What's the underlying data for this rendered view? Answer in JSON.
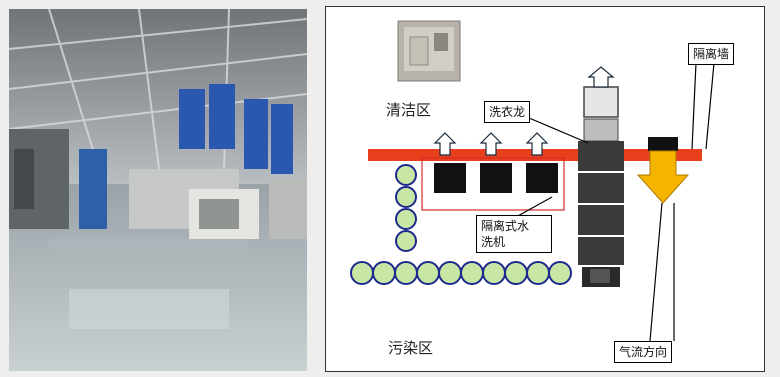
{
  "labels": {
    "clean_zone": "清洁区",
    "dirty_zone": "污染区",
    "washer_dryer": "洗衣龙",
    "barrier_wall": "隔离墙",
    "barrier_washer_line1": "隔离式水",
    "barrier_washer_line2": "洗机",
    "airflow": "气流方向"
  },
  "colors": {
    "barrier_wall": "#e8401c",
    "airflow_arrow": "#f5b400",
    "hamper": "#c8e6a4",
    "hamper_border": "#1d2a8c",
    "machine_dark": "#222222",
    "machine_column": "#3a3a3a",
    "callout_line": "#d62b2b"
  }
}
